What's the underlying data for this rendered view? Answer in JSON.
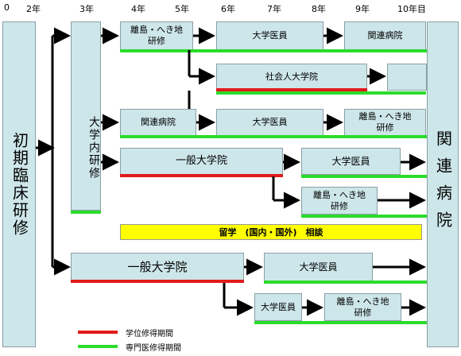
{
  "years": [
    "0",
    "2年",
    "3年",
    "4年",
    "5年",
    "6年",
    "7年",
    "8年",
    "9年",
    "10年目"
  ],
  "left_box": "初期臨床研修",
  "right_box": "関連病院",
  "univ_training": "大学内研修",
  "rows": {
    "r1_a": "離島・へき地\n研修",
    "r1_b": "大学医員",
    "r1_c": "関連病院",
    "r2_a": "社会人大学院",
    "r3_a": "関連病院",
    "r3_b": "大学医員",
    "r3_c": "離島・へき地\n研修",
    "r4_a": "一般大学院",
    "r4_b": "大学医員",
    "r5_a": "離島・へき地\n研修",
    "study_abroad": "留学　(国内・国外)　相談",
    "r6_a": "一般大学院",
    "r6_b": "大学医員",
    "r7_a": "大学医員",
    "r7_b": "離島・へき地\n研修"
  },
  "legend": {
    "red_label": "学位修得期間",
    "green_label": "専門医修得期間",
    "red_color": "#e21a1a",
    "green_color": "#2bdc2b"
  }
}
